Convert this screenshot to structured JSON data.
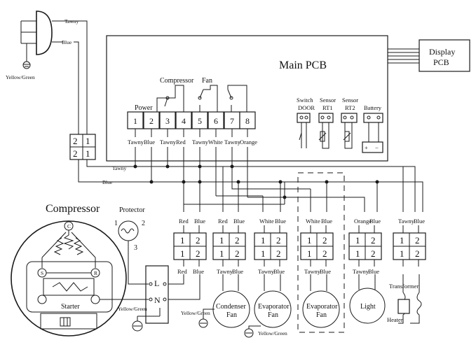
{
  "labels": {
    "main_pcb": "Main PCB",
    "display_pcb_1": "Display",
    "display_pcb_2": "PCB",
    "plug_tawny": "Tawny",
    "plug_blue": "Blue",
    "ground_plug": "Yellow/Green",
    "compressor_title": "Compressor",
    "protector": "Protector",
    "protector_pin1": "1",
    "protector_pin2": "2",
    "protector_pin3": "3",
    "starter": "Starter",
    "power_group": "Power",
    "compressor_group": "Compressor",
    "fan_group": "Fan",
    "switch_label": "Switch",
    "door_label": "DOOR",
    "sensor1_label": "Sensor",
    "sensor2_label": "Sensor",
    "rt1": "RT1",
    "rt2": "RT2",
    "battery": "Battery",
    "battery_plus": "+",
    "battery_minus": "−",
    "bus_tawny": "Tawny",
    "bus_blue": "Blue",
    "ln_l": "L",
    "ln_n": "N",
    "ground_ln": "Yellow/Green",
    "ground_condenser": "Yellow/Green",
    "ground_evap": "Yellow/Green",
    "condenser_fan_1": "Condenser",
    "condenser_fan_2": "Fan",
    "evap_fan_1_1": "Evaporator",
    "evap_fan_1_2": "Fan",
    "evap_fan_2_1": "Evaporator",
    "evap_fan_2_2": "Fan",
    "light": "Light",
    "transformer": "Transformer",
    "heater": "Heater",
    "comp_pin_c": "C",
    "comp_pin_r": "R",
    "comp_pin_s": "S"
  },
  "pcb_terminals": [
    "1",
    "2",
    "3",
    "4",
    "5",
    "6",
    "7",
    "8"
  ],
  "pcb_wire_colors": [
    "Tawny",
    "Blue",
    "Tawny",
    "Red",
    "Tawny",
    "White",
    "Tawny",
    "Orange"
  ],
  "main_connector": [
    "2",
    "1",
    "2",
    "1"
  ],
  "connectors": [
    {
      "top_left": "Red",
      "top_right": "Blue",
      "cells": [
        "1",
        "2",
        "1",
        "2"
      ],
      "bottom_left": "Red",
      "bottom_right": "Blue"
    },
    {
      "top_left": "Red",
      "top_right": "Blue",
      "cells": [
        "1",
        "2",
        "1",
        "2"
      ],
      "bottom_left": "Tawny",
      "bottom_right": "Blue"
    },
    {
      "top_left": "White",
      "top_right": "Blue",
      "cells": [
        "1",
        "2",
        "1",
        "2"
      ],
      "bottom_left": "Tawny",
      "bottom_right": "Blue"
    },
    {
      "top_left": "White",
      "top_right": "Blue",
      "cells": [
        "1",
        "2",
        "1",
        "2"
      ],
      "bottom_left": "Tawny",
      "bottom_right": "Blue"
    },
    {
      "top_left": "Orange",
      "top_right": "Blue",
      "cells": [
        "1",
        "2",
        "1",
        "2"
      ],
      "bottom_left": "Tawny",
      "bottom_right": "Blue"
    },
    {
      "top_left": "Tawny",
      "top_right": "Blue",
      "cells": [
        "1",
        "2",
        "1",
        "2"
      ],
      "bottom_left": "",
      "bottom_right": ""
    }
  ]
}
